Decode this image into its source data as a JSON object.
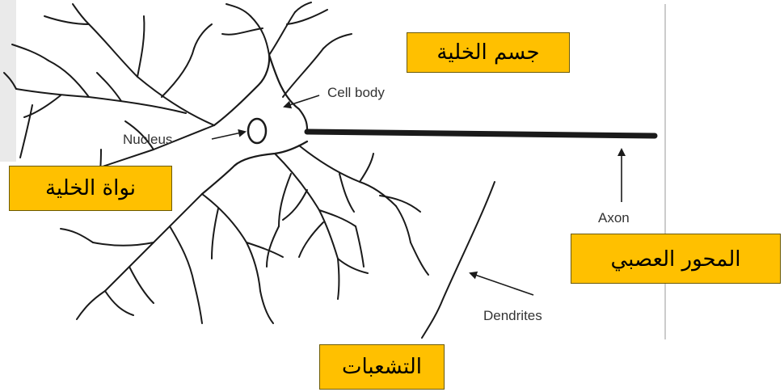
{
  "diagram": {
    "english_labels": {
      "cell_body": "Cell body",
      "nucleus": "Nucleus",
      "axon": "Axon",
      "dendrites": "Dendrites"
    },
    "arabic_labels": {
      "cell_body": "جسم الخلية",
      "nucleus": "نواة الخلية",
      "axon": "المحور العصبي",
      "dendrites": "التشعبات"
    },
    "colors": {
      "label_background": "#ffc000",
      "line": "#1a1a1a"
    }
  }
}
